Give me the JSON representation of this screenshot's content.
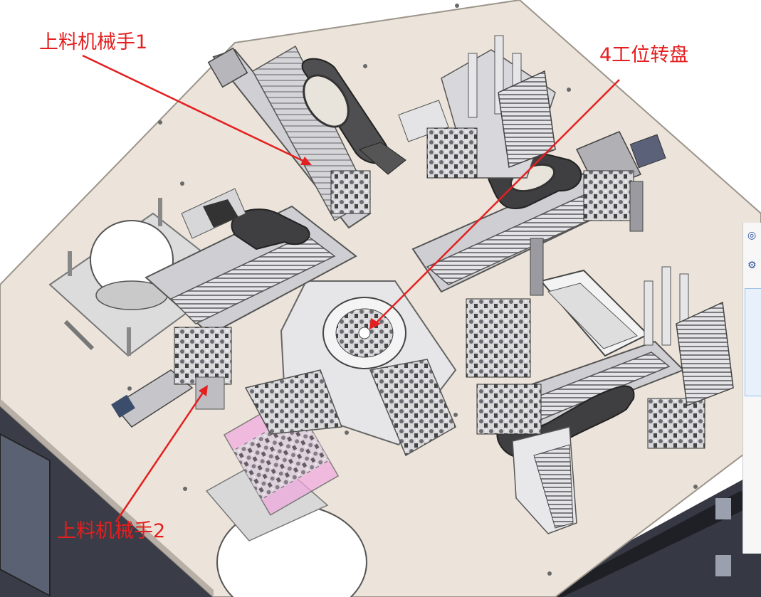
{
  "annotations": [
    {
      "text": "上料机械手1"
    },
    {
      "text": "4工位转盘"
    },
    {
      "text": "上料机械手2"
    }
  ],
  "colors": {
    "annotation": "#e41f1f",
    "base_plate": "#ece4da",
    "machine_frame": "#3a3d48",
    "steel": "#c8c8cc",
    "dark_part": "#555555"
  },
  "side_panel": {
    "icons": [
      "bearing-icon",
      "settings-icon"
    ]
  }
}
